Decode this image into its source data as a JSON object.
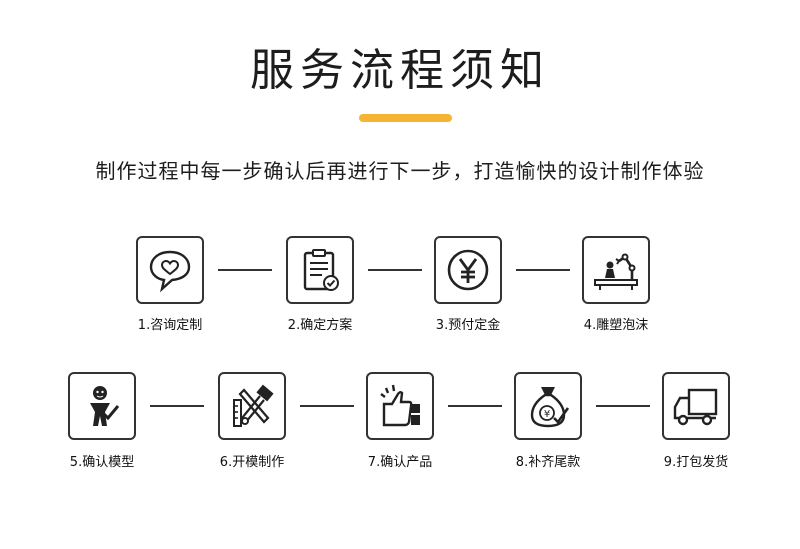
{
  "header": {
    "title": "服务流程须知",
    "subtitle": "制作过程中每一步确认后再进行下一步，打造愉快的设计制作体验"
  },
  "steps": [
    {
      "label": "1.咨询定制",
      "icon": "speech-bubble-heart-icon"
    },
    {
      "label": "2.确定方案",
      "icon": "clipboard-check-icon"
    },
    {
      "label": "3.预付定金",
      "icon": "yen-coin-icon"
    },
    {
      "label": "4.雕塑泡沫",
      "icon": "robotic-arm-icon"
    },
    {
      "label": "5.确认模型",
      "icon": "figure-model-icon"
    },
    {
      "label": "6.开模制作",
      "icon": "tools-icon"
    },
    {
      "label": "7.确认产品",
      "icon": "thumbs-up-icon"
    },
    {
      "label": "8.补齐尾款",
      "icon": "money-bag-icon"
    },
    {
      "label": "9.打包发货",
      "icon": "delivery-truck-icon"
    }
  ],
  "colors": {
    "accent": "#f5b533",
    "line": "#333333"
  }
}
